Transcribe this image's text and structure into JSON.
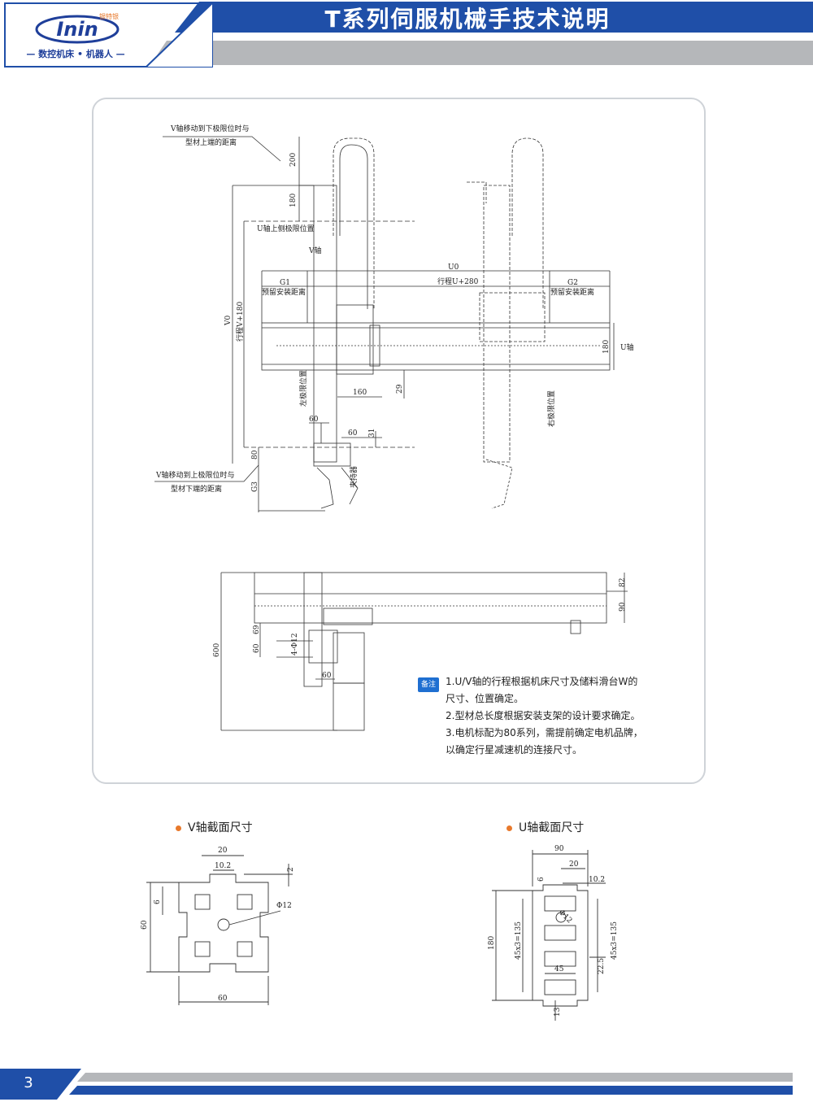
{
  "header": {
    "title": "T系列伺服机械手技术说明",
    "logo_text": "Inin",
    "logo_badge": "银特银",
    "logo_sub": "— 数控机床 • 机器人 —"
  },
  "drawing_top": {
    "labels": {
      "v_lower_limit": "V轴移动到下极限位时与",
      "v_lower_limit2": "型材上端的距离",
      "u_upper_limit": "U轴上侧极限位置",
      "v_axis": "V轴",
      "u0": "U0",
      "g1": "G1",
      "g2": "G2",
      "reserve_left": "预留安装距离",
      "reserve_right": "预留安装距离",
      "stroke_u": "行程U+280",
      "u_axis": "U轴",
      "v0": "V0",
      "stroke_v": "行程V+180",
      "left_limit": "左极限位置",
      "right_limit": "右极限位置",
      "v_upper_limit": "V轴移动到上极限位时与",
      "v_upper_limit2": "型材下端的距离",
      "gripper": "夹持器",
      "g3": "G3",
      "d200": "200",
      "d180": "180",
      "d180b": "180",
      "d160": "160",
      "d29": "29",
      "d60a": "60",
      "d60b": "60",
      "d31": "31",
      "d80": "80"
    }
  },
  "drawing_mid": {
    "labels": {
      "d82": "82",
      "d90": "90",
      "d600": "600",
      "d69": "69",
      "d60": "60",
      "d60b": "60",
      "d42": "4-Φ12"
    }
  },
  "notes": {
    "badge": "备注",
    "lines": [
      "1.U/V轴的行程根据机床尺寸及储料滑台W的",
      "尺寸、位置确定。",
      "2.型材总长度根据安装支架的设计要求确定。",
      "3.电机标配为80系列，需提前确定电机品牌，",
      "以确定行星减速机的连接尺寸。"
    ]
  },
  "v_section": {
    "title": "V轴截面尺寸",
    "labels": {
      "d20": "20",
      "d10_2": "10.2",
      "d2": "2",
      "d6": "6",
      "d60v": "60",
      "d12": "Φ12",
      "d60h": "60"
    }
  },
  "u_section": {
    "title": "U轴截面尺寸",
    "labels": {
      "d90": "90",
      "d20": "20",
      "d6": "6",
      "d10_2": "10.2",
      "d12": "Φ12",
      "d180": "180",
      "d45x3a": "45x3=135",
      "d45x3b": "45x3=135",
      "d45": "45",
      "d22_5": "22.5",
      "d13": "13"
    }
  },
  "footer": {
    "page": "3"
  },
  "colors": {
    "blue": "#1f4fa8",
    "gray": "#b5b7ba",
    "accent": "#e8792c"
  }
}
